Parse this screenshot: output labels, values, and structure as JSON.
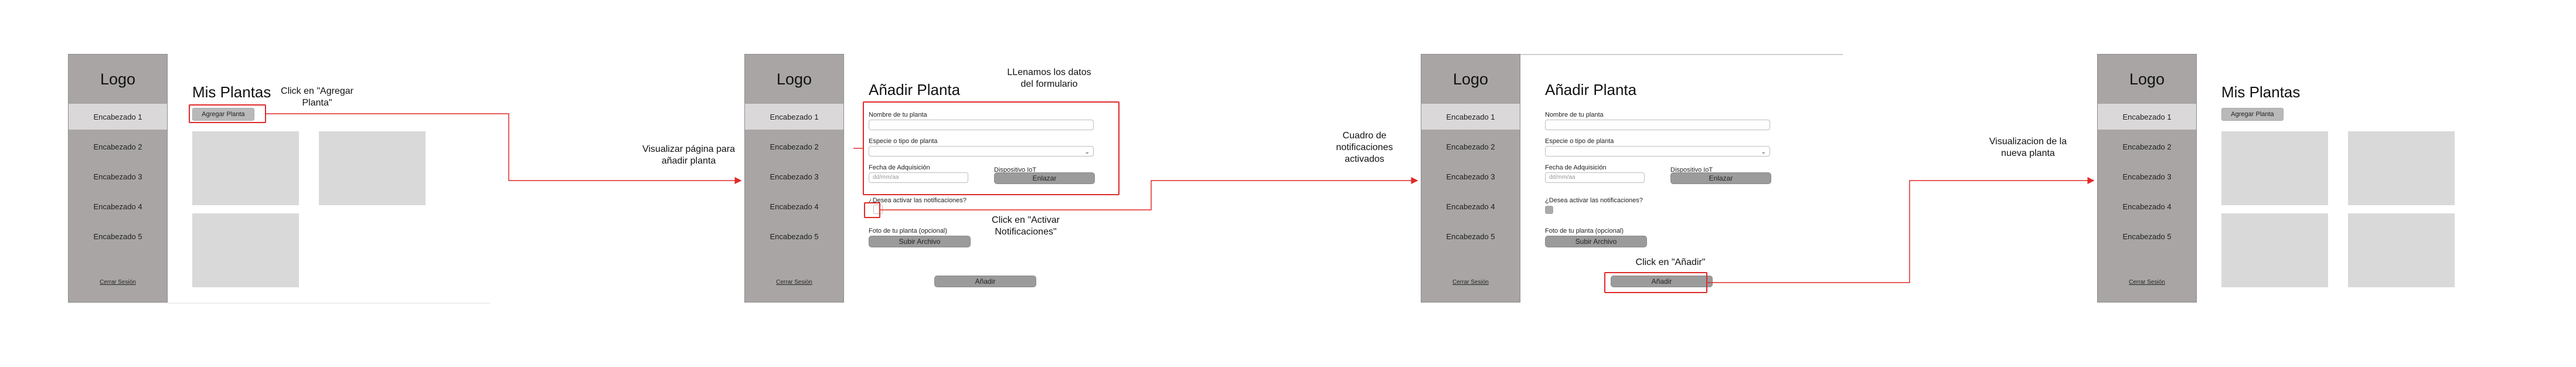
{
  "sidebar": {
    "logo": "Logo",
    "items": [
      "Encabezado 1",
      "Encabezado 2",
      "Encabezado 3",
      "Encabezado 4",
      "Encabezado 5"
    ],
    "logout": "Cerrar Sesión"
  },
  "screen1": {
    "title": "Mis Plantas",
    "add_button": "Agregar Planta"
  },
  "form": {
    "title": "Añadir Planta",
    "name_label": "Nombre de tu planta",
    "species_label": "Especie o tipo de planta",
    "date_label": "Fecha de Adquisición",
    "date_placeholder": "dd/mm/aa",
    "device_label": "Dispositivo IoT",
    "link_button": "Enlazar",
    "notif_label": "¿Desea activar las notificaciones?",
    "photo_label": "Foto de tu planta (opcional)",
    "upload_button": "Subir Archivo",
    "add_button": "Añadir"
  },
  "screen4": {
    "title": "Mis Plantas",
    "add_button": "Agregar Planta"
  },
  "annotations": {
    "click_add": "Click en \"Agregar\nPlanta\"",
    "visualize_form": "Visualizar página para\nañadir planta",
    "fill_data": "LLenamos los datos\ndel formulario",
    "click_notif": "Click en \"Activar\nNotificaciones\"",
    "notif_box": "Cuadro de\nnotificaciones\nactivados",
    "click_anadir": "Click en \"Añadir\"",
    "visualize_new": "Visualizacion de la\nnueva planta"
  },
  "colors": {
    "sidebar": "#a9a5a5",
    "active_item": "#dad8d8",
    "card": "#d9d9d9",
    "annotation_red": "#e02a2a"
  }
}
